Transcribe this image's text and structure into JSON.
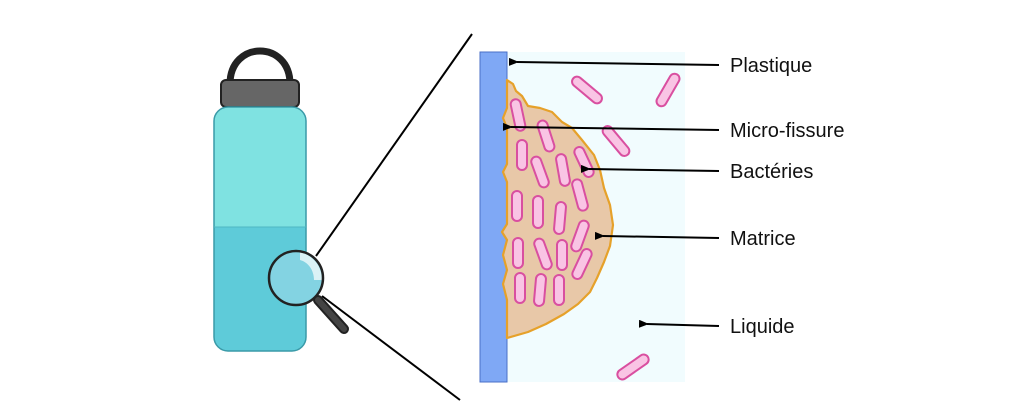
{
  "labels": {
    "plastic": "Plastique",
    "micro_crack": "Micro-fissure",
    "bacteria": "Bactéries",
    "matrix": "Matrice",
    "liquid": "Liquide"
  },
  "colors": {
    "bottle_upper": "#7fe2e1",
    "bottle_lower": "#5ecbd9",
    "bottle_outline": "#3a9aa8",
    "cap": "#666666",
    "handle": "#222222",
    "plastic_wall": "#7fa8f5",
    "liquid": "#f1fcfe",
    "matrix_fill": "#e8c8a8",
    "matrix_stroke": "#e6a12a",
    "bacteria_fill": "#f9c4e4",
    "bacteria_stroke": "#d94fa0",
    "arrow": "#000000"
  },
  "icons": {
    "magnifier": "magnifying-glass-icon"
  }
}
